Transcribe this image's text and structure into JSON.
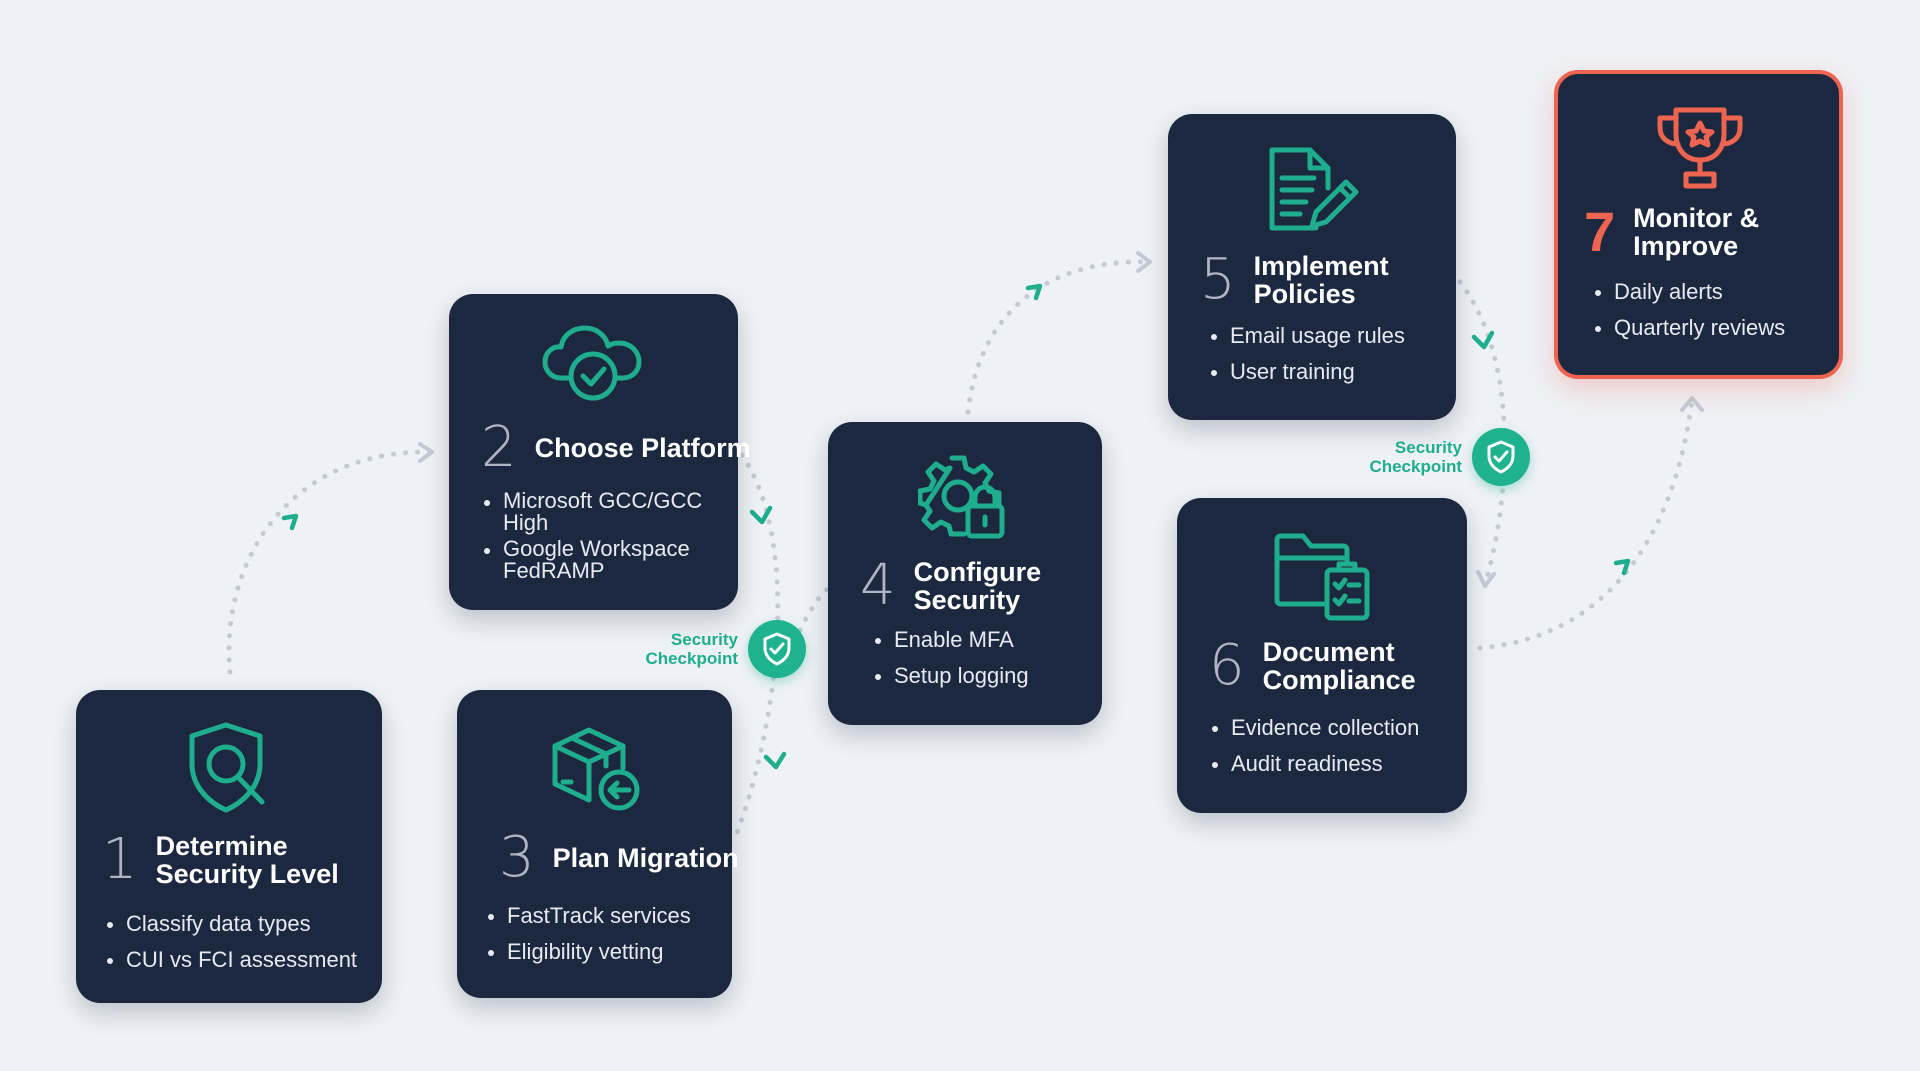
{
  "colors": {
    "background": "#eef1f5",
    "card": "#1c2840",
    "accent_teal": "#1fae8d",
    "accent_coral": "#ef6451",
    "connector": "#c3cad4"
  },
  "steps": [
    {
      "number": "1",
      "title": "Determine Security Level",
      "icon": "shield-search-icon",
      "bullets": [
        "Classify data types",
        "CUI vs FCI assessment"
      ]
    },
    {
      "number": "2",
      "title": "Choose Platform",
      "icon": "cloud-check-icon",
      "bullets": [
        "Microsoft GCC/GCC High",
        "Google Workspace FedRAMP"
      ]
    },
    {
      "number": "3",
      "title": "Plan Migration",
      "icon": "box-migrate-icon",
      "bullets": [
        "FastTrack services",
        "Eligibility vetting"
      ]
    },
    {
      "number": "4",
      "title": "Configure Security",
      "icon": "gear-lock-icon",
      "bullets": [
        "Enable MFA",
        "Setup logging"
      ]
    },
    {
      "number": "5",
      "title": "Implement Policies",
      "icon": "document-pen-icon",
      "bullets": [
        "Email usage rules",
        "User training"
      ]
    },
    {
      "number": "6",
      "title": "Document Compliance",
      "icon": "folder-checklist-icon",
      "bullets": [
        "Evidence collection",
        "Audit readiness"
      ]
    },
    {
      "number": "7",
      "title": "Monitor & Improve",
      "icon": "trophy-star-icon",
      "bullets": [
        "Daily alerts",
        "Quarterly reviews"
      ]
    }
  ],
  "checkpoints": [
    {
      "line1": "Security",
      "line2": "Checkpoint",
      "icon": "shield-check-icon"
    },
    {
      "line1": "Security",
      "line2": "Checkpoint",
      "icon": "shield-check-icon"
    }
  ]
}
